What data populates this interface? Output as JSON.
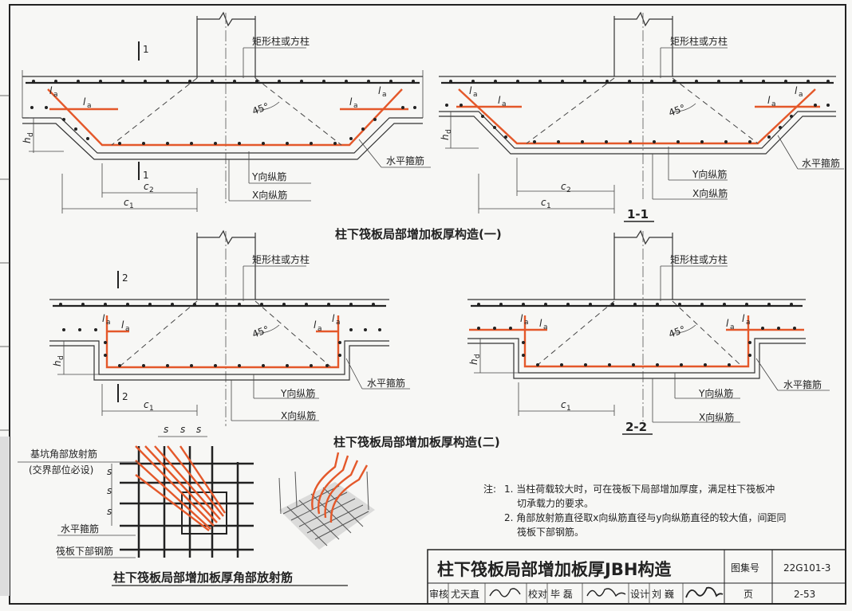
{
  "labels": {
    "column": "矩形柱或方柱",
    "la": "l",
    "la_sub": "a",
    "angle45": "45°",
    "y_bar": "Y向纵筋",
    "x_bar": "X向纵筋",
    "stirrup": "水平箍筋",
    "hd": "h",
    "hd_sub": "d",
    "c1": "c",
    "c1_sub": "1",
    "c2": "c",
    "c2_sub": "2",
    "s": "s"
  },
  "titles": {
    "fig1": "柱下筏板局部增加板厚构造(一)",
    "fig2": "柱下筏板局部增加板厚构造(二)",
    "fig3": "柱下筏板局部增加板厚角部放射筋"
  },
  "sections": {
    "s1_top": "1",
    "s1_bottom": "1",
    "s1_label": "1-1",
    "s2_top": "2",
    "s2_bottom": "2",
    "s2_label": "2-2"
  },
  "corner": {
    "radial": "基坑角部放射筋",
    "radial_note": "(交界部位必设)",
    "stirrup": "水平箍筋",
    "bottom": "筏板下部钢筋"
  },
  "notes": {
    "prefix": "注:",
    "n1a": "1. 当柱荷载较大时，可在筏板下局部增加厚度，满足柱下筏板冲",
    "n1b": "切承载力的要求。",
    "n2a": "2. 角部放射筋直径取x向纵筋直径与y向纵筋直径的较大值，间距同",
    "n2b": "筏板下部钢筋。"
  },
  "titleblock": {
    "main": "柱下筏板局部增加板厚JBH构造",
    "atlas_label": "图集号",
    "atlas_no": "22G101-3",
    "page_label": "页",
    "page_no": "2-53",
    "review": "审核",
    "reviewer": "尤天直",
    "check": "校对",
    "checker": "毕 磊",
    "design": "设计",
    "designer": "刘 巍"
  }
}
